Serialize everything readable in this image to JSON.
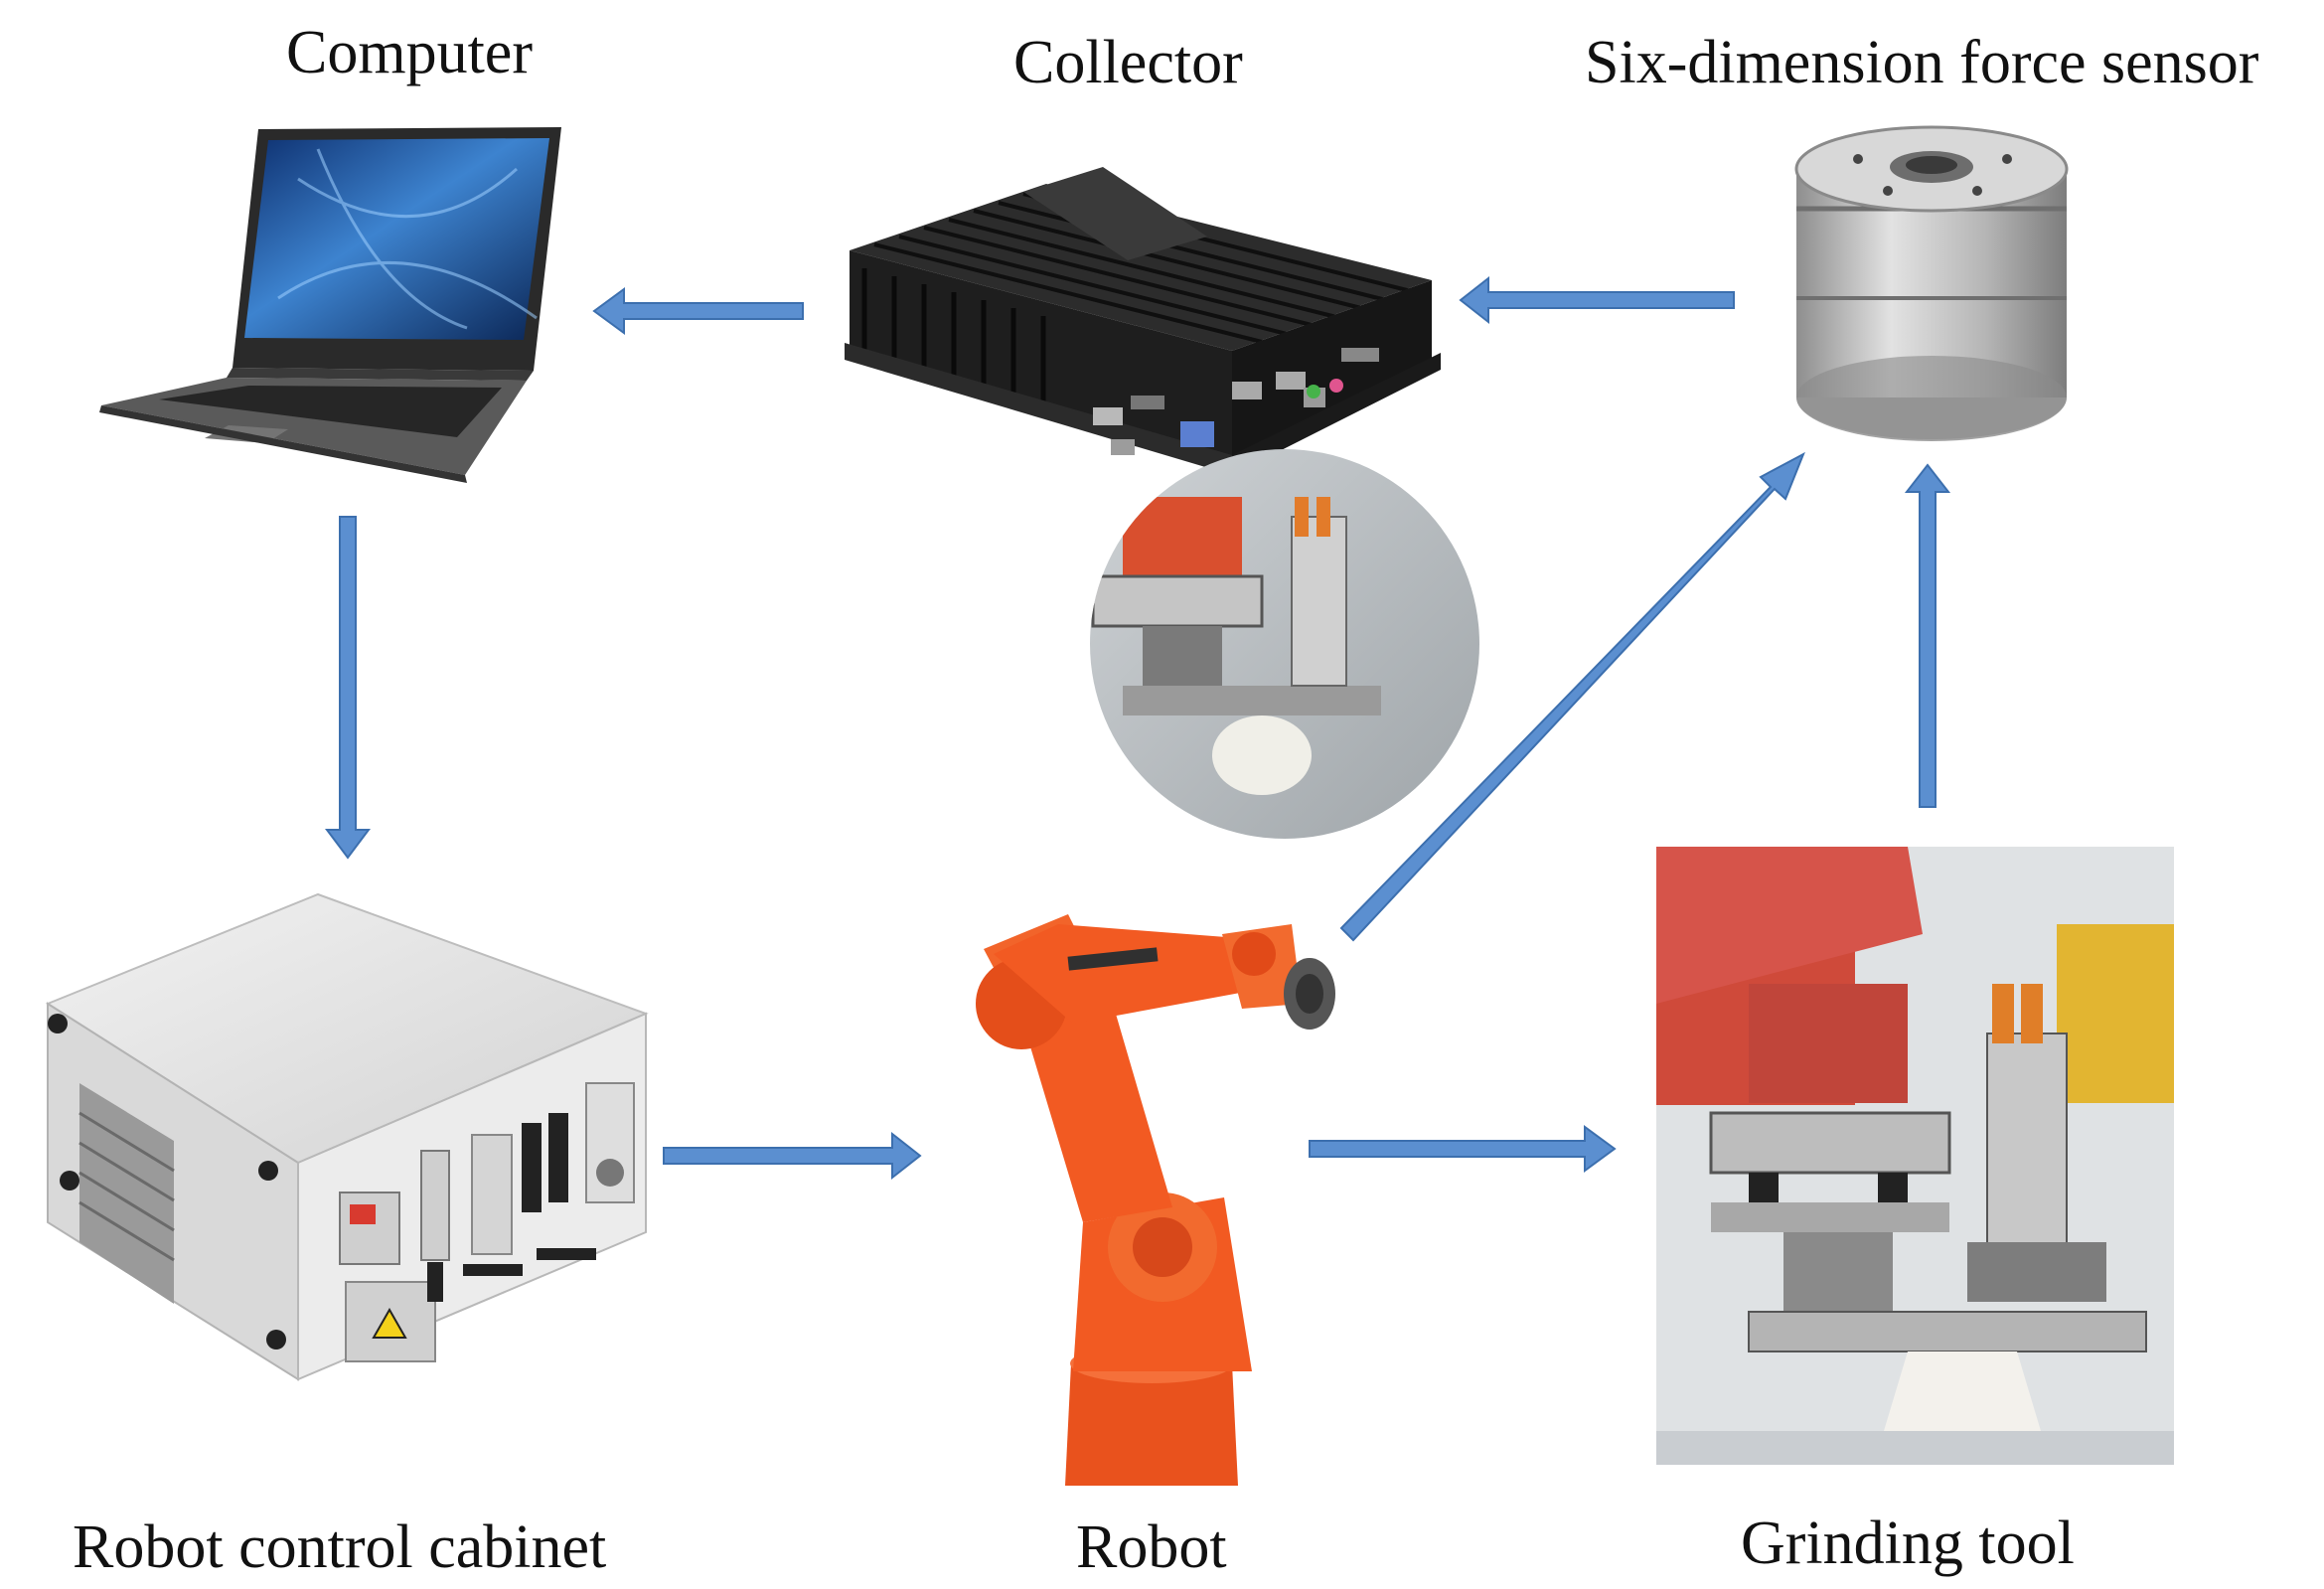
{
  "labels": {
    "computer": "Computer",
    "collector": "Collector",
    "sensor": "Six-dimension force sensor",
    "cabinet": "Robot control cabinet",
    "robot": "Robot",
    "grinding": "Grinding tool"
  },
  "colors": {
    "arrow": "#5b8fd0",
    "arrow_edge": "#3c6fae",
    "robot_orange": "#f25a22",
    "metal": "#c9c9c9",
    "dark": "#1b1b1b"
  },
  "flow": [
    {
      "from": "sensor",
      "to": "collector"
    },
    {
      "from": "collector",
      "to": "computer"
    },
    {
      "from": "computer",
      "to": "cabinet"
    },
    {
      "from": "cabinet",
      "to": "robot"
    },
    {
      "from": "robot",
      "to": "grinding"
    },
    {
      "from": "robot",
      "to": "sensor"
    },
    {
      "from": "grinding",
      "to": "sensor"
    }
  ]
}
